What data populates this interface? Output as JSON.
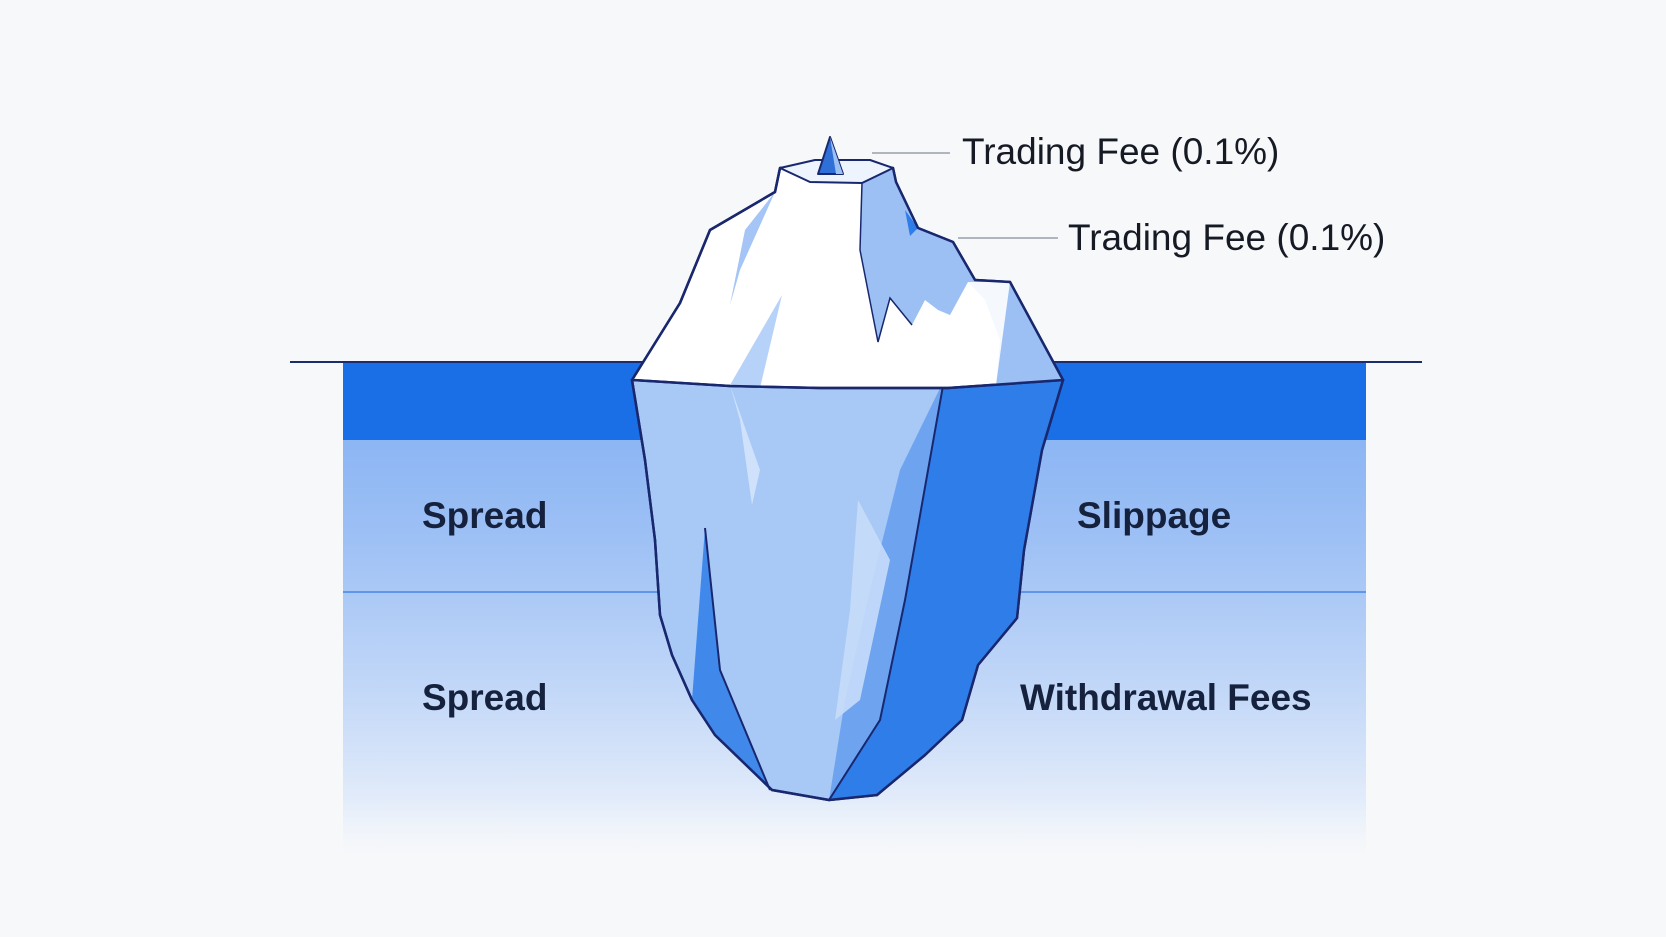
{
  "diagram": {
    "type": "iceberg",
    "above_water": [
      {
        "label": "Trading Fee (0.1%)"
      },
      {
        "label": "Trading Fee (0.1%)"
      }
    ],
    "below_water": {
      "left": [
        {
          "label": "Spread"
        },
        {
          "label": "Spread"
        }
      ],
      "right": [
        {
          "label": "Slippage"
        },
        {
          "label": "Withdrawal Fees"
        }
      ]
    },
    "colors": {
      "background": "#f7f8f9",
      "water_surface": "#1a6ee6",
      "water_deep": "#eef3fb",
      "ice_outline": "#19286e",
      "ice_face": "#ffffff",
      "ice_shadow": "#2f7de9"
    }
  }
}
